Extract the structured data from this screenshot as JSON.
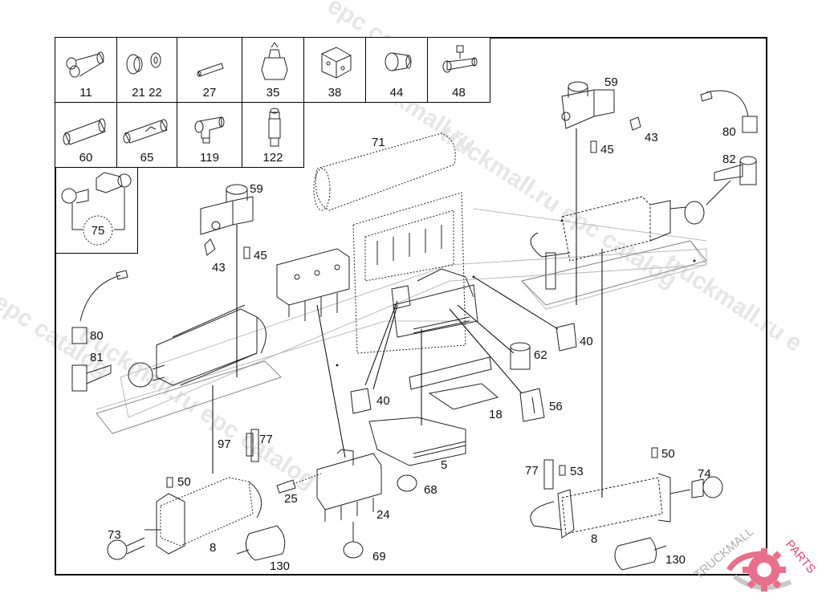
{
  "diagram": {
    "title": "Pneumatic cylinder and valve assembly exploded view",
    "inset_parts": [
      {
        "label": "11",
        "icon": "push-in-y-connector"
      },
      {
        "label": "21  22",
        "icon": "bushing-and-washer"
      },
      {
        "label": "27",
        "icon": "pin"
      },
      {
        "label": "35",
        "icon": "pressure-switch"
      },
      {
        "label": "38",
        "icon": "mounting-block"
      },
      {
        "label": "44",
        "icon": "reducer-fitting"
      },
      {
        "label": "48",
        "icon": "tee-fitting-with-cap"
      },
      {
        "label": "60",
        "icon": "straight-connector"
      },
      {
        "label": "65",
        "icon": "reducing-connector"
      },
      {
        "label": "119",
        "icon": "tee-fitting"
      },
      {
        "label": "122",
        "icon": "threaded-connector"
      },
      {
        "label": "75",
        "icon": "clevis-kit"
      }
    ],
    "callouts": [
      {
        "id": "c71",
        "label": "71"
      },
      {
        "id": "c59a",
        "label": "59"
      },
      {
        "id": "c43a",
        "label": "43"
      },
      {
        "id": "c45a",
        "label": "45"
      },
      {
        "id": "c59b",
        "label": "59"
      },
      {
        "id": "c43b",
        "label": "43"
      },
      {
        "id": "c45b",
        "label": "45"
      },
      {
        "id": "c80a",
        "label": "80"
      },
      {
        "id": "c82",
        "label": "82"
      },
      {
        "id": "c80b",
        "label": "80"
      },
      {
        "id": "c81",
        "label": "81"
      },
      {
        "id": "c40a",
        "label": "40"
      },
      {
        "id": "c62",
        "label": "62"
      },
      {
        "id": "c40b",
        "label": "40"
      },
      {
        "id": "c56",
        "label": "56"
      },
      {
        "id": "c18",
        "label": "18"
      },
      {
        "id": "c5",
        "label": "5"
      },
      {
        "id": "c97",
        "label": "97"
      },
      {
        "id": "c77a",
        "label": "77"
      },
      {
        "id": "c50a",
        "label": "50"
      },
      {
        "id": "c73",
        "label": "73"
      },
      {
        "id": "c8a",
        "label": "8"
      },
      {
        "id": "c130a",
        "label": "130"
      },
      {
        "id": "c25",
        "label": "25"
      },
      {
        "id": "c68",
        "label": "68"
      },
      {
        "id": "c24",
        "label": "24"
      },
      {
        "id": "c69",
        "label": "69"
      },
      {
        "id": "c77b",
        "label": "77"
      },
      {
        "id": "c53",
        "label": "53"
      },
      {
        "id": "c50b",
        "label": "50"
      },
      {
        "id": "c74",
        "label": "74"
      },
      {
        "id": "c8b",
        "label": "8"
      },
      {
        "id": "c130b",
        "label": "130"
      }
    ]
  },
  "watermarks": [
    "epc catalog",
    "truckmall.ru",
    "truckmall.ru epc catalog",
    "l epc catalog",
    "truckmall.ru epc catalog",
    "truckmall.ru e"
  ],
  "logo": {
    "text_left": "TRUCKMALL",
    "text_right": "PARTS",
    "color": "#e0486c",
    "shadow_color": "#bdbdbd"
  }
}
